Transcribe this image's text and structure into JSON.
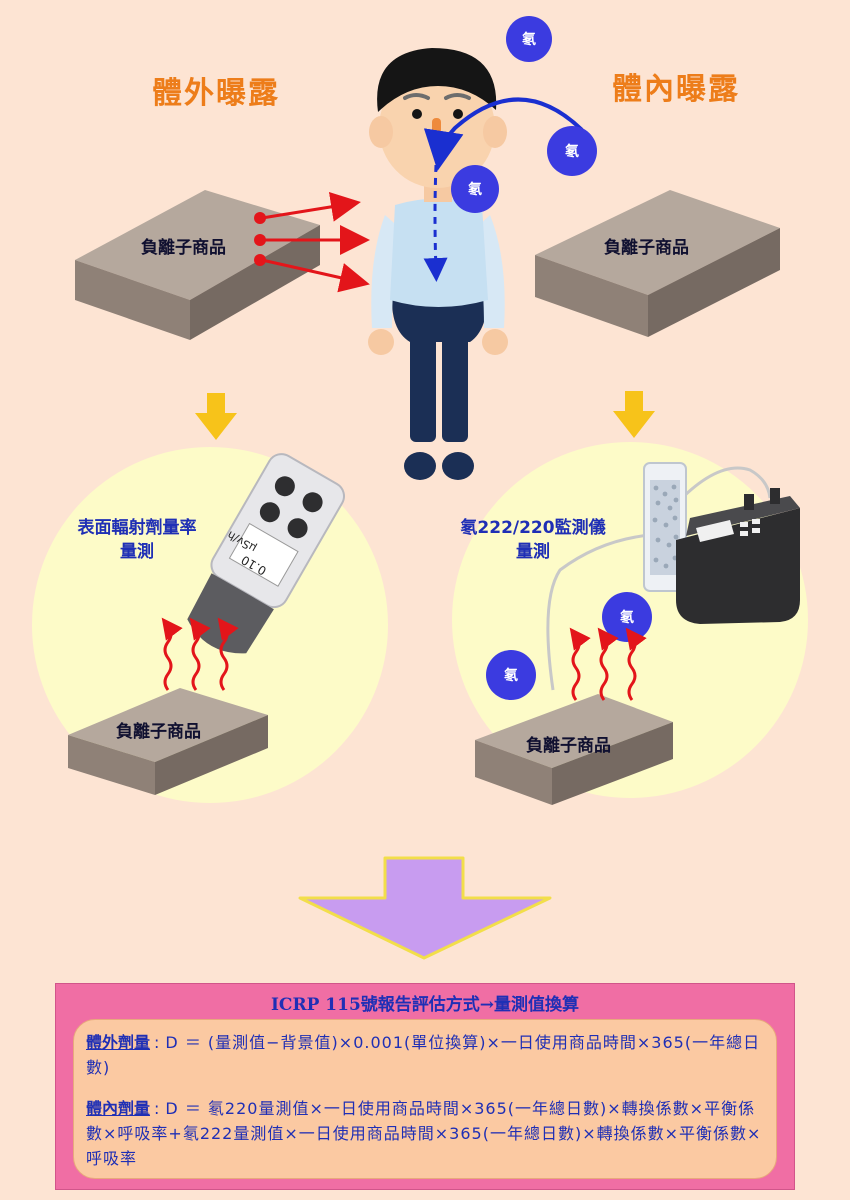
{
  "headings": {
    "external": "體外曝露",
    "internal": "體內曝露"
  },
  "radon_symbol": "氡",
  "product_label": "負離子商品",
  "left_measure": {
    "line1": "表面輻射劑量率",
    "line2": "量測",
    "meter_reading": "0.10",
    "meter_unit": "μSv/h"
  },
  "right_measure": {
    "line1": "氡222/220監測儀",
    "line2": "量測"
  },
  "formula": {
    "title": "ICRP 115號報告評估方式→量測值換算",
    "external_label": "體外劑量",
    "external_text": "D ＝ (量測值−背景值)×0.001(單位換算)×一日使用商品時間×365(一年總日數)",
    "internal_label": "體內劑量",
    "internal_text": "D ＝ 氡220量測值×一日使用商品時間×365(一年總日數)×轉換係數×平衡係數×呼吸率+氡222量測值×一日使用商品時間×365(一年總日數)×轉換係數×平衡係數×呼吸率"
  },
  "colors": {
    "background": "#fde4d3",
    "heading": "#ed7d1a",
    "label_blue": "#1f2fb5",
    "radon_circle": "#3b3be0",
    "arrow_red": "#e3151a",
    "arrow_yellow": "#f7c31a",
    "big_arrow": "#c89cf0",
    "formula_outer": "#f06ea4",
    "formula_inner": "#fbc9a2"
  }
}
